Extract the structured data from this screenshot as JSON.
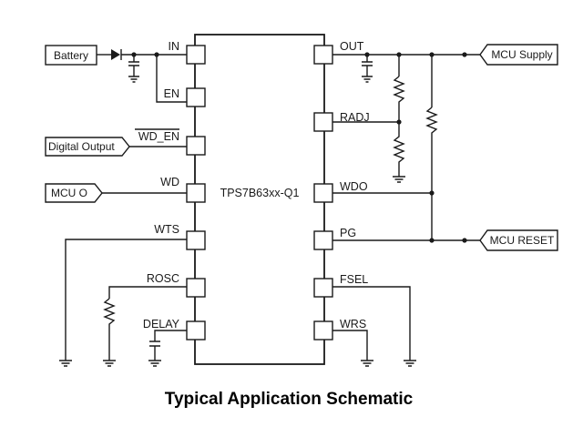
{
  "part": "TPS7B63xx-Q1",
  "caption": "Typical Application Schematic",
  "pins_left": [
    "IN",
    "EN",
    "WD_EN",
    "WD",
    "WTS",
    "ROSC",
    "DELAY"
  ],
  "pins_right": [
    "OUT",
    "RADJ",
    "WDO",
    "PG",
    "FSEL",
    "WRS"
  ],
  "ports": {
    "battery": "Battery",
    "digital_output": "Digital Output",
    "mcu_o": "MCU O",
    "mcu_supply": "MCU Supply",
    "mcu_reset": "MCU RESET"
  }
}
